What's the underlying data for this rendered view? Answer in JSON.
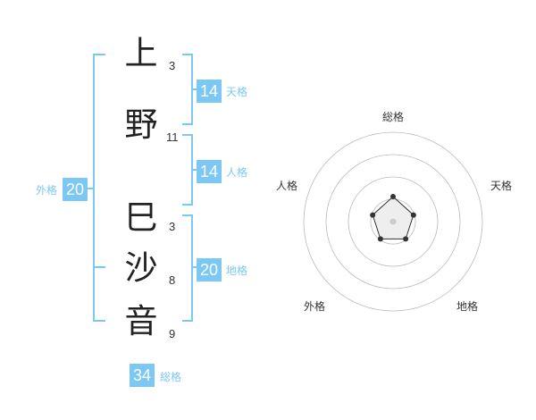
{
  "name_chars": [
    {
      "char": "上",
      "strokes": "3"
    },
    {
      "char": "野",
      "strokes": "11"
    },
    {
      "char": "巳",
      "strokes": "3"
    },
    {
      "char": "沙",
      "strokes": "8"
    },
    {
      "char": "音",
      "strokes": "9"
    }
  ],
  "fortune": {
    "tenkaku": {
      "label": "天格",
      "value": "14"
    },
    "jinkaku": {
      "label": "人格",
      "value": "14"
    },
    "chikaku": {
      "label": "地格",
      "value": "20"
    },
    "gaikaku": {
      "label": "外格",
      "value": "20"
    },
    "soukaku": {
      "label": "総格",
      "value": "34"
    }
  },
  "radar": {
    "axes": [
      "総格",
      "天格",
      "地格",
      "外格",
      "人格"
    ],
    "values": [
      0.28,
      0.24,
      0.24,
      0.24,
      0.24
    ],
    "rings": 4,
    "colors": {
      "ring": "#bbbbbb",
      "line": "#333333",
      "fill": "#dddddd",
      "center": "#cccccc"
    }
  },
  "colors": {
    "accent": "#7cc8f4"
  }
}
